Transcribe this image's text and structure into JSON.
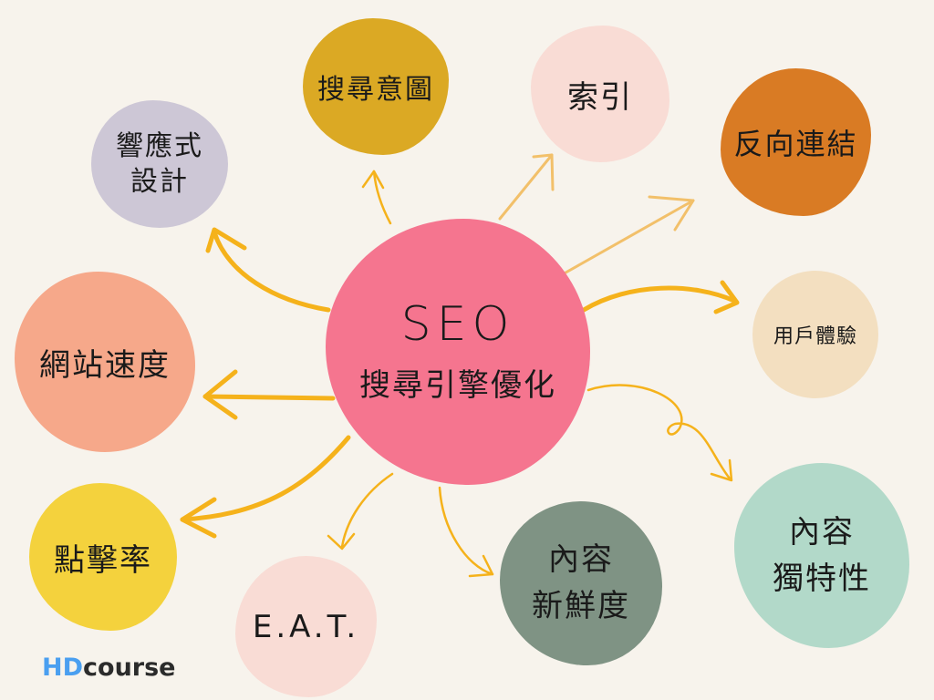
{
  "center": {
    "title": "SEO",
    "subtitle": "搜尋引擎優化",
    "color": "#f5758f"
  },
  "nodes": {
    "search_intent": {
      "label": "搜尋意圖",
      "color": "#dba924"
    },
    "indexing": {
      "label": "索引",
      "color": "#f9dcd5"
    },
    "backlinks": {
      "label": "反向連結",
      "color": "#d97b24"
    },
    "responsive": {
      "line1": "響應式",
      "line2": "設計",
      "color": "#cdc7d6"
    },
    "site_speed": {
      "label": "網站速度",
      "color": "#f6a88a"
    },
    "user_experience": {
      "label": "用戶體驗",
      "color": "#f3dfc0"
    },
    "ctr": {
      "label": "點擊率",
      "color": "#f4d23d"
    },
    "eat": {
      "label": "E.A.T.",
      "color": "#f9dcd5"
    },
    "content_freshness": {
      "line1": "內容",
      "line2": "新鮮度",
      "color": "#7f9384"
    },
    "content_uniqueness": {
      "line1": "內容",
      "line2": "獨特性",
      "color": "#b2d9c9"
    }
  },
  "logo": {
    "hd": "HD",
    "course": "course"
  }
}
